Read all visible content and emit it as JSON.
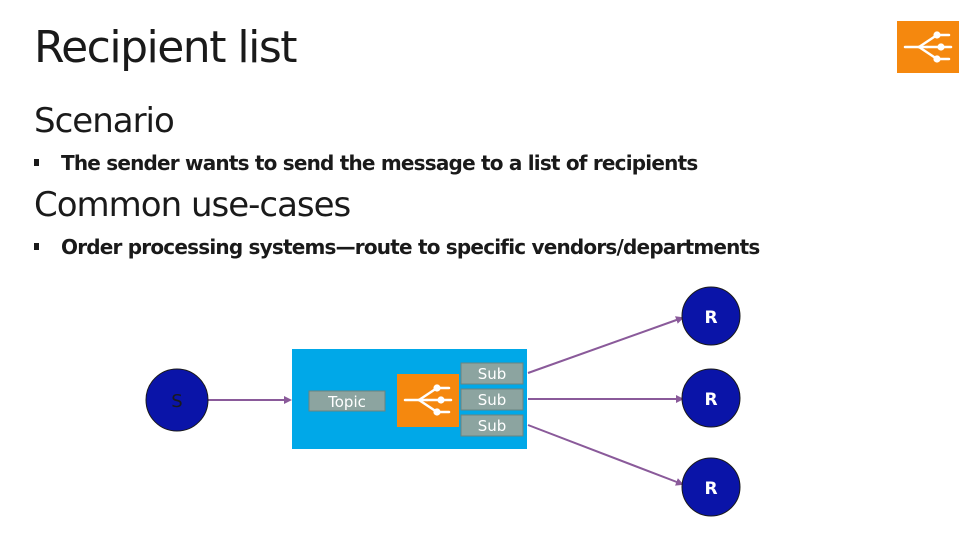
{
  "slide": {
    "title": "Recipient list"
  },
  "scenario": {
    "heading": "Scenario",
    "bullet": "The sender wants to send the message to a list of recipients"
  },
  "use_cases": {
    "heading": "Common use-cases",
    "bullet": "Order processing systems—route to specific vendors/departments"
  },
  "diagram": {
    "sender_label": "S",
    "topic_label": "Topic",
    "subscriptions": [
      "Sub",
      "Sub",
      "Sub"
    ],
    "receivers": [
      "R",
      "R",
      "R"
    ],
    "icon": "fan-out-routing-icon",
    "colors": {
      "node_fill": "#0a14a8",
      "topic_container": "#00a8e8",
      "icon_orange": "#f5880e",
      "sub_box": "#8ca4a0",
      "arrow": "#8a5a9a"
    }
  }
}
